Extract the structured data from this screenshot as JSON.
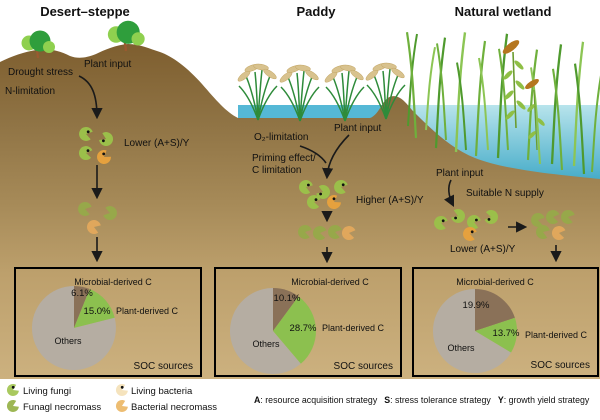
{
  "titles": {
    "desert": "Desert–steppe",
    "paddy": "Paddy",
    "wetland": "Natural wetland"
  },
  "desert": {
    "stress1": "Drought stress",
    "stress2": "N-limitation",
    "plant_input": "Plant input",
    "ratio": "Lower (A+S)/Y"
  },
  "paddy": {
    "stress1": "O₂-limitation",
    "stress2": "Priming effect/",
    "stress3": "C limitation",
    "plant_input": "Plant input",
    "ratio": "Higher (A+S)/Y"
  },
  "wetland": {
    "plant_input": "Plant input",
    "supply": "Suitable N supply",
    "ratio": "Lower (A+S)/Y"
  },
  "chart_data": [
    {
      "type": "pie",
      "panel": "Desert–steppe",
      "box_label": "SOC sources",
      "direction": "clockwise",
      "start_angle_deg": -90,
      "slices": [
        {
          "name": "Microbial-derived C",
          "value": 6.1,
          "label": "6.1%",
          "color": "#8a7158"
        },
        {
          "name": "Plant-derived C",
          "value": 15.0,
          "label": "15.0%",
          "color": "#8cc04f"
        },
        {
          "name": "Others",
          "value": 78.9,
          "label": "Others",
          "color": "#b5ada2"
        }
      ]
    },
    {
      "type": "pie",
      "panel": "Paddy",
      "box_label": "SOC sources",
      "direction": "clockwise",
      "start_angle_deg": -90,
      "slices": [
        {
          "name": "Microbial-derived C",
          "value": 10.1,
          "label": "10.1%",
          "color": "#8a7158"
        },
        {
          "name": "Plant-derived C",
          "value": 28.7,
          "label": "28.7%",
          "color": "#8cc04f"
        },
        {
          "name": "Others",
          "value": 61.2,
          "label": "Others",
          "color": "#b5ada2"
        }
      ]
    },
    {
      "type": "pie",
      "panel": "Natural wetland",
      "box_label": "SOC sources",
      "direction": "clockwise",
      "start_angle_deg": -90,
      "slices": [
        {
          "name": "Microbial-derived C",
          "value": 19.9,
          "label": "19.9%",
          "color": "#8a7158"
        },
        {
          "name": "Plant-derived C",
          "value": 13.7,
          "label": "13.7%",
          "color": "#8cc04f"
        },
        {
          "name": "Others",
          "value": 66.4,
          "label": "Others",
          "color": "#b5ada2"
        }
      ]
    }
  ],
  "legend": {
    "items": [
      {
        "label": "Living fungi"
      },
      {
        "label": "Living bacteria"
      },
      {
        "label": "Funagl necromass"
      },
      {
        "label": "Bacterial necromass"
      }
    ]
  },
  "footnote": [
    {
      "key": "A",
      "text": ": resource acquisition strategy"
    },
    {
      "key": "S",
      "text": ": stress tolerance strategy"
    },
    {
      "key": "Y",
      "text": ": growth yield strategy"
    }
  ],
  "colors": {
    "living_fungi": "#9bbf4a",
    "living_bacteria": "#e5a13e",
    "fungal_necromass": "#97a84a",
    "bacterial_necromass": "#e0a75c",
    "legend_living_fungi": "#a9c95f",
    "legend_living_bacteria": "#f5e3bd",
    "legend_fungal_necromass": "#9db754",
    "legend_bacterial_necromass": "#edbd72",
    "soil_top": "#7d5d2e",
    "soil_bottom": "#ccb17f",
    "water": "#45aecb"
  }
}
